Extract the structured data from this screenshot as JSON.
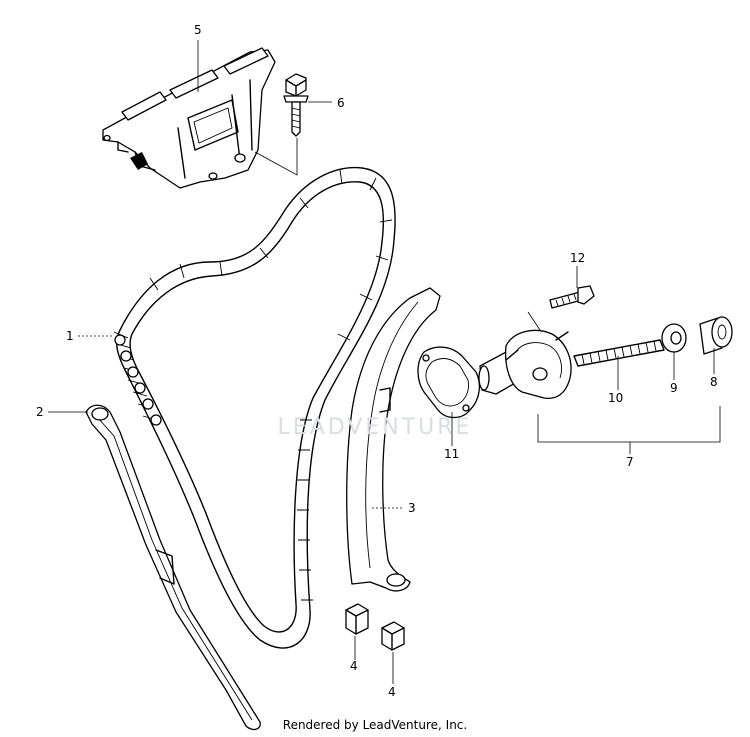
{
  "watermark": "LEADVENTURE",
  "footer": "Rendered by LeadVenture, Inc.",
  "callouts": {
    "c1": "1",
    "c2": "2",
    "c3": "3",
    "c4a": "4",
    "c4b": "4",
    "c5": "5",
    "c6": "6",
    "c7": "7",
    "c8": "8",
    "c9": "9",
    "c10": "10",
    "c11": "11",
    "c12": "12"
  }
}
